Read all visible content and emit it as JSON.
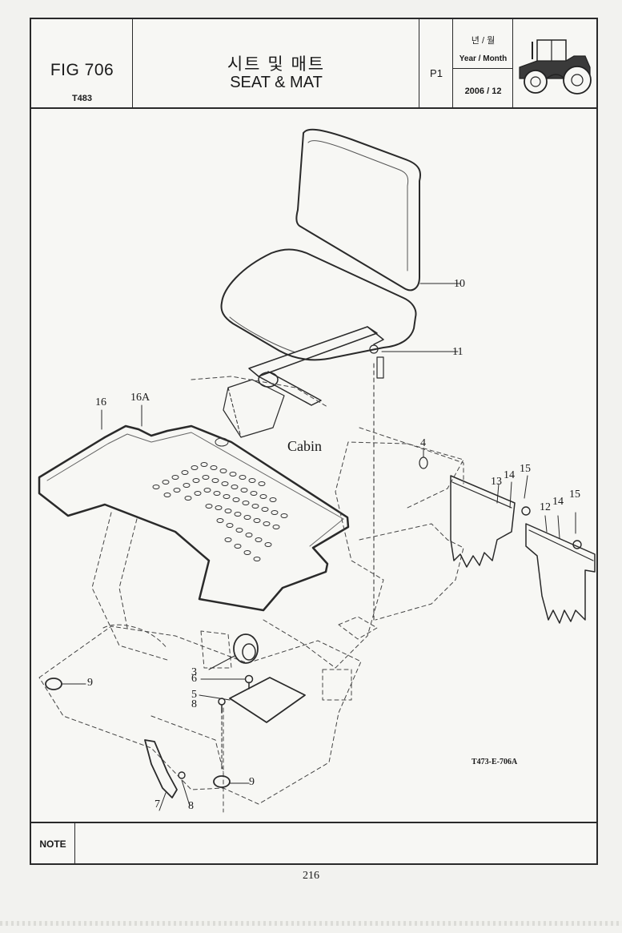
{
  "header": {
    "fig_number": "FIG 706",
    "fig_code": "T483",
    "title_korean": "시트 및 매트",
    "title_english": "SEAT & MAT",
    "page_label": "P1",
    "date_label_korean": "년 / 월",
    "date_label_english": "Year / Month",
    "date_value": "2006 / 12"
  },
  "drawing": {
    "cabin_label": "Cabin",
    "drawing_code": "T473-E-706A",
    "callouts": [
      "10",
      "11",
      "16",
      "16A",
      "4",
      "13",
      "14",
      "15",
      "12",
      "14",
      "15",
      "3",
      "6",
      "5",
      "8",
      "9",
      "9",
      "7",
      "8"
    ]
  },
  "note": {
    "label": "NOTE",
    "text": ""
  },
  "footer": {
    "page_number": "216"
  }
}
